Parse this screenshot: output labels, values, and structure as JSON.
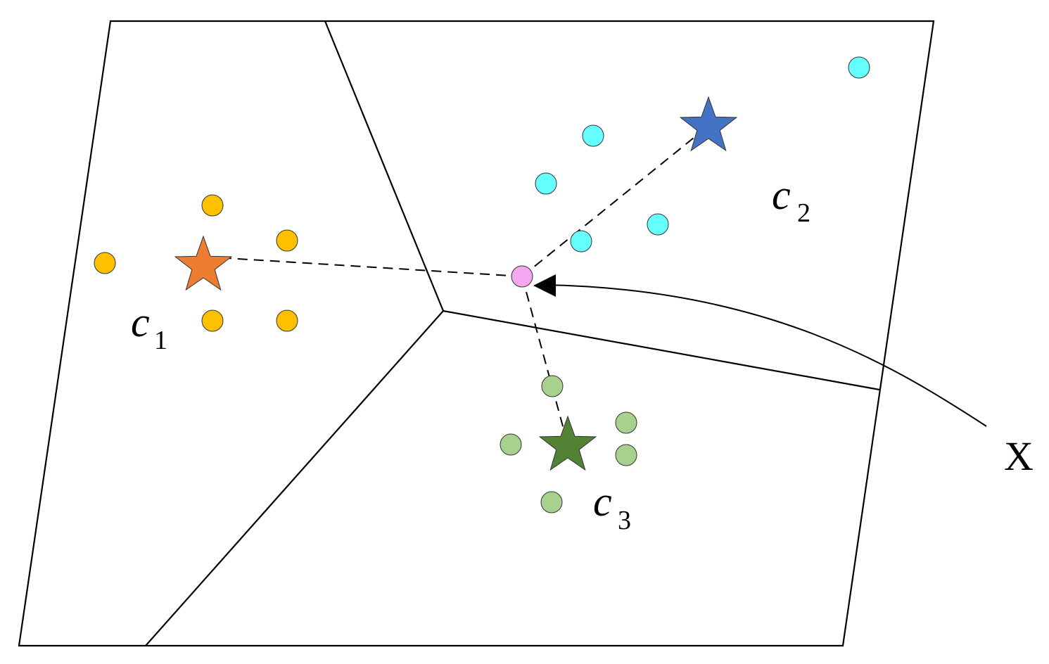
{
  "colors": {
    "cluster1_points": "#FFC000",
    "cluster1_center": "#ED7D31",
    "cluster2_points": "#66FFFF",
    "cluster2_center": "#4472C4",
    "cluster3_points": "#A9D18E",
    "cluster3_center": "#548235",
    "query_point": "#F4A6F0",
    "lines": "#000000"
  },
  "clusters": [
    {
      "id": "c1",
      "label": "c",
      "subscript": "1"
    },
    {
      "id": "c2",
      "label": "c",
      "subscript": "2"
    },
    {
      "id": "c3",
      "label": "c",
      "subscript": "3"
    }
  ],
  "query": {
    "label": "X"
  },
  "icons": {
    "centroid": "star-icon",
    "member": "circle-point",
    "pointer": "arrow-icon"
  }
}
